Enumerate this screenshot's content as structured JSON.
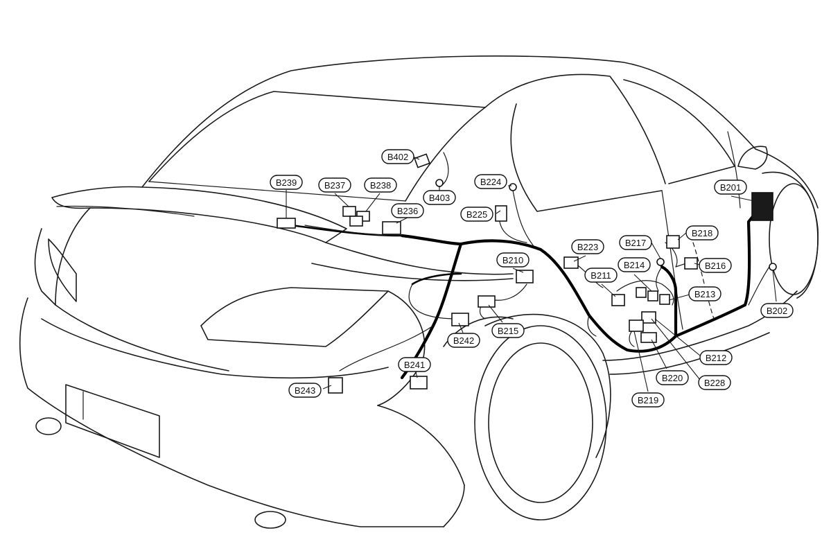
{
  "connectors": [
    {
      "id": "B402"
    },
    {
      "id": "B403"
    },
    {
      "id": "B224"
    },
    {
      "id": "B239"
    },
    {
      "id": "B237"
    },
    {
      "id": "B238"
    },
    {
      "id": "B236"
    },
    {
      "id": "B225"
    },
    {
      "id": "B201"
    },
    {
      "id": "B218"
    },
    {
      "id": "B217"
    },
    {
      "id": "B223"
    },
    {
      "id": "B214"
    },
    {
      "id": "B216"
    },
    {
      "id": "B210"
    },
    {
      "id": "B211"
    },
    {
      "id": "B213"
    },
    {
      "id": "B202"
    },
    {
      "id": "B215"
    },
    {
      "id": "B242"
    },
    {
      "id": "B212"
    },
    {
      "id": "B241"
    },
    {
      "id": "B220"
    },
    {
      "id": "B228"
    },
    {
      "id": "B243"
    },
    {
      "id": "B219"
    }
  ]
}
